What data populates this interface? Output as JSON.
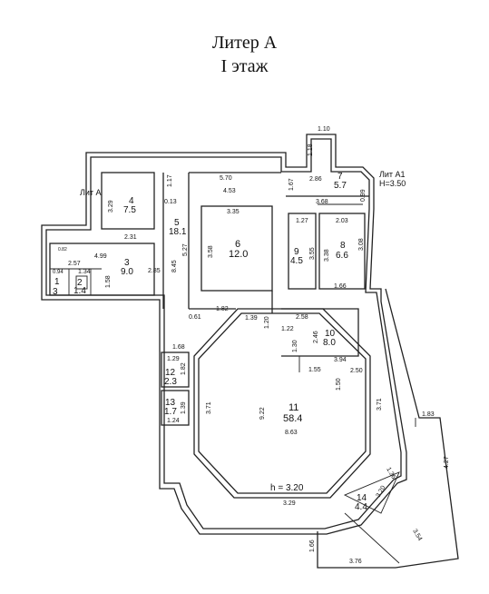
{
  "header": {
    "title": "Литер А",
    "subtitle": "I этаж"
  },
  "labels": {
    "lit_a": "Лит А",
    "lit_a1": "Лит А1",
    "height_a1": "H=3.50",
    "height_main": "h = 3.20"
  },
  "rooms": [
    {
      "num": "1",
      "area": "3"
    },
    {
      "num": "2",
      "area": "1.4"
    },
    {
      "num": "3",
      "area": "9.0"
    },
    {
      "num": "4",
      "area": "7.5"
    },
    {
      "num": "5",
      "area": "18.1"
    },
    {
      "num": "6",
      "area": "12.0"
    },
    {
      "num": "7",
      "area": "5.7"
    },
    {
      "num": "8",
      "area": "6.6"
    },
    {
      "num": "9",
      "area": "4.5"
    },
    {
      "num": "10",
      "area": "8.0"
    },
    {
      "num": "11",
      "area": "58.4"
    },
    {
      "num": "12",
      "area": "2.3"
    },
    {
      "num": "13",
      "area": "1.7"
    },
    {
      "num": "14",
      "area": "4.4"
    }
  ],
  "dimensions": {
    "d1_10": "1.10",
    "d1_18": "1.18",
    "d2_86": "2.86",
    "d0_99": "0.99",
    "d5_70": "5.70",
    "d4_53": "4.53",
    "d1_17": "1.17",
    "d0_13": "0.13",
    "d1_67": "1.67",
    "d3_68": "3.68",
    "d1_27": "1.27",
    "d2_03": "2.03",
    "d3_35": "3.35",
    "d3_58": "3.58",
    "d5_27": "5.27",
    "d3_29": "3.29",
    "d2_31": "2.31",
    "d3_55": "3.55",
    "d3_38": "3.38",
    "d3_08": "3.08",
    "d4_99": "4.99",
    "d2_57": "2.57",
    "d0_82": "0.82",
    "d0_94": "0.94",
    "d1_34": "1.34",
    "d1_58": "1.58",
    "d8_45": "8.45",
    "d2_85": "2.85",
    "d1_66a": "1.66",
    "d0_61": "0.61",
    "d1_82a": "1.82",
    "d1_39a": "1.39",
    "d2_58": "2.58",
    "d1_20": "1.20",
    "d1_22": "1.22",
    "d2_46": "2.46",
    "d1_68": "1.68",
    "d1_29": "1.29",
    "d1_82b": "1.82",
    "d1_30": "1.30",
    "d3_94": "3.94",
    "d1_55": "1.55",
    "d2_50": "2.50",
    "d1_50": "1.50",
    "d3_71a": "3.71",
    "d9_22": "9.22",
    "d3_71b": "3.71",
    "d8_63": "8.63",
    "d1_39b": "1.39",
    "d1_24": "1.24",
    "d1_83": "1.83",
    "d4_27": "4.27",
    "d1_36": "1.36",
    "d3_20": "3.20",
    "d3_29b": "3.29",
    "d3_54": "3.54",
    "d1_66b": "1.66",
    "d3_76": "3.76"
  }
}
